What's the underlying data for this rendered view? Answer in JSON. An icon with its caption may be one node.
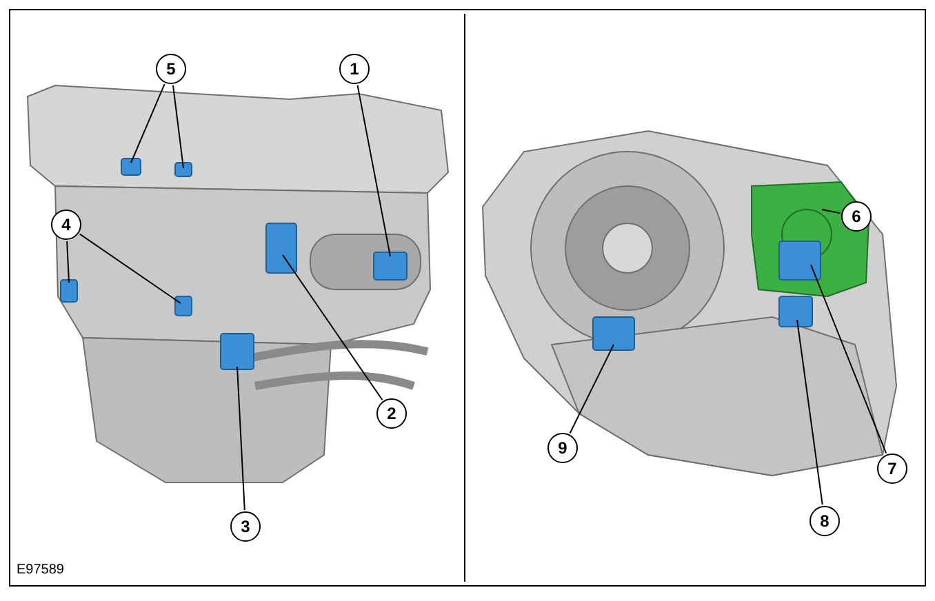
{
  "diagram": {
    "nodes": [
      {
        "text": [
          "5"
        ]
      },
      {
        "text": [
          "1"
        ]
      },
      {
        "text": [
          "4"
        ]
      },
      {
        "text": [
          "6"
        ]
      },
      {
        "text": [
          "2"
        ]
      },
      {
        "text": [
          "9"
        ]
      },
      {
        "text": [
          "7"
        ]
      },
      {
        "text": [
          "3"
        ]
      },
      {
        "text": [
          "8"
        ]
      }
    ],
    "edges": [
      {
        "from": 0,
        "to": null,
        "arrow": "none"
      },
      {
        "from": 0,
        "to": null,
        "arrow": "none"
      },
      {
        "from": 1,
        "to": null,
        "arrow": "none"
      },
      {
        "from": 2,
        "to": null,
        "arrow": "none"
      },
      {
        "from": 2,
        "to": null,
        "arrow": "none"
      },
      {
        "from": 3,
        "to": null,
        "arrow": "none"
      },
      {
        "from": 4,
        "to": null,
        "arrow": "none"
      },
      {
        "from": 5,
        "to": null,
        "arrow": "none"
      },
      {
        "from": 6,
        "to": null,
        "arrow": "none"
      },
      {
        "from": 7,
        "to": null,
        "arrow": "none"
      },
      {
        "from": 8,
        "to": null,
        "arrow": "none"
      }
    ],
    "labels": [
      "E97589"
    ]
  }
}
